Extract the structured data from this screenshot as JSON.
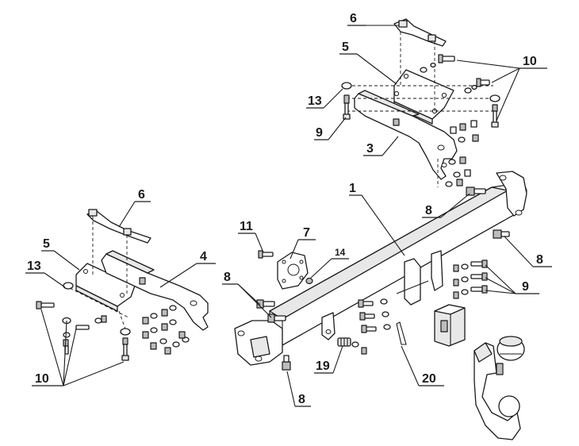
{
  "callouts": {
    "c1": "1",
    "c3": "3",
    "c4": "4",
    "c5_top": "5",
    "c5_left": "5",
    "c6_top": "6",
    "c6_left": "6",
    "c7": "7",
    "c8_a": "8",
    "c8_b": "8",
    "c8_c": "8",
    "c8_d": "8",
    "c9_top": "9",
    "c9_right": "9",
    "c10_top": "10",
    "c10_left": "10",
    "c11": "11",
    "c13_top": "13",
    "c13_left": "13",
    "c14": "14",
    "c19": "19",
    "c20": "20"
  },
  "colors": {
    "line": "#1a1a1a",
    "fill_light": "#e8e8e8",
    "fill_dark": "#bdbdbd",
    "background": "#ffffff"
  }
}
